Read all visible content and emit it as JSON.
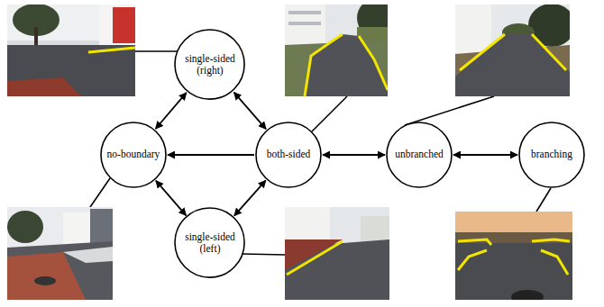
{
  "diagram": {
    "nodes": [
      {
        "text": [
          "single-sided (right)"
        ]
      },
      {
        "text": [
          "no-boundary"
        ]
      },
      {
        "text": [
          "both-sided"
        ]
      },
      {
        "text": [
          "unbranched"
        ]
      },
      {
        "text": [
          "branching"
        ]
      },
      {
        "text": [
          "single-sided (left)"
        ]
      }
    ],
    "edges": [
      {
        "from": 0,
        "to": 1,
        "arrow": "both"
      },
      {
        "from": 0,
        "to": 2,
        "arrow": "both"
      },
      {
        "from": 2,
        "to": 1,
        "arrow": "to"
      },
      {
        "from": 1,
        "to": 5,
        "arrow": "both"
      },
      {
        "from": 2,
        "to": 5,
        "arrow": "both"
      },
      {
        "from": 2,
        "to": 3,
        "arrow": "both"
      },
      {
        "from": 3,
        "to": 4,
        "arrow": "both"
      }
    ]
  }
}
